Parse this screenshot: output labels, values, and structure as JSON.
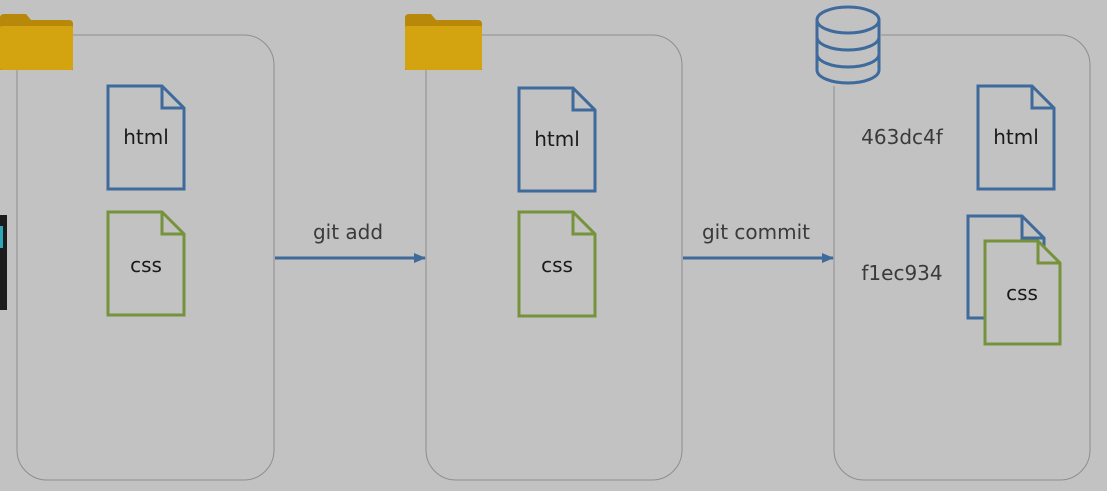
{
  "stages": [
    {
      "files": [
        {
          "label": "html",
          "kind": "html"
        },
        {
          "label": "css",
          "kind": "css"
        }
      ]
    },
    {
      "files": [
        {
          "label": "html",
          "kind": "html"
        },
        {
          "label": "css",
          "kind": "css"
        }
      ]
    },
    {
      "files": [
        {
          "label": "html",
          "kind": "html"
        },
        {
          "label": "css",
          "kind": "css"
        }
      ]
    }
  ],
  "arrows": [
    {
      "label": "git add"
    },
    {
      "label": "git commit"
    }
  ],
  "commits": [
    {
      "hash": "463dc4f"
    },
    {
      "hash": "f1ec934"
    }
  ],
  "colors": {
    "background": "#c2c2c2",
    "box_stroke": "#8e8e8e",
    "html_file": "#3f6a9c",
    "css_file": "#76933c",
    "arrow": "#3f6a9c",
    "folder": "#d3a310",
    "database": "#3f6a9c",
    "text": "#1a1a1a",
    "label_text": "#3a3a3a"
  },
  "icons": {
    "working_dir": "folder-icon",
    "staging_area": "folder-icon",
    "repository": "database-icon"
  }
}
